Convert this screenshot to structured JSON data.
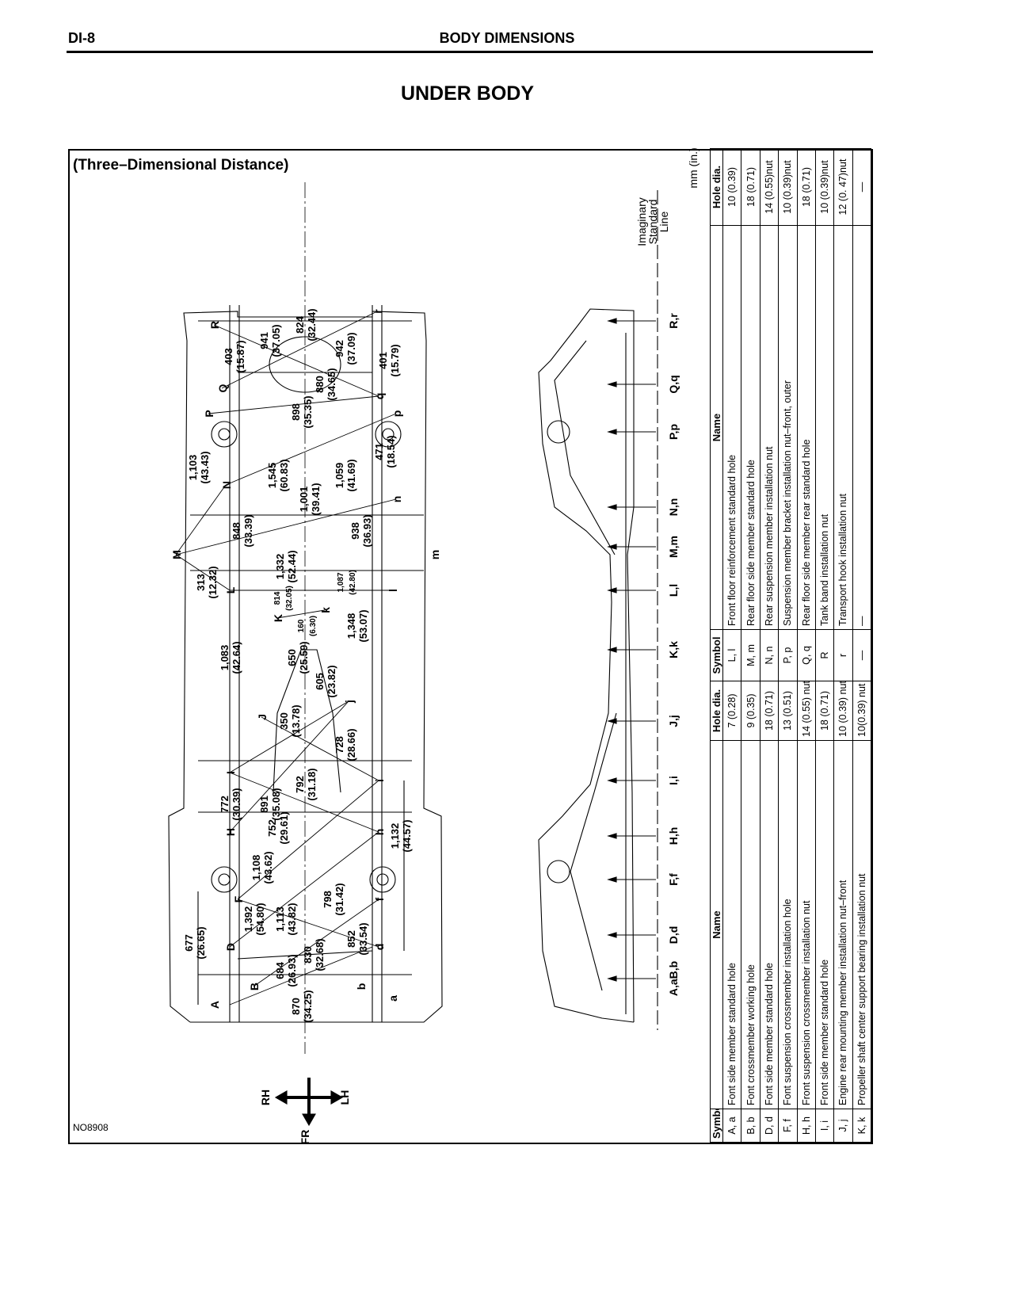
{
  "header": {
    "page_code": "DI-8",
    "section": "BODY DIMENSIONS"
  },
  "title": "UNDER BODY",
  "subtitle": "(Three–Dimensional Distance)",
  "figure_code": "NO8908",
  "units": "mm (in.)",
  "standard_line": [
    "Imaginary",
    "Standard",
    "Line"
  ],
  "directions": {
    "rh": "RH",
    "lh": "LH",
    "fr": "FR"
  },
  "stations": [
    "A,aB,b",
    "D,d",
    "F,f",
    "H,h",
    "I,i",
    "J,j",
    "K,k",
    "L,l",
    "M,m",
    "N,n",
    "P,p",
    "Q,q",
    "R,r"
  ],
  "points": [
    "A",
    "B",
    "D",
    "F",
    "H",
    "I",
    "J",
    "K",
    "L",
    "M",
    "N",
    "P",
    "Q",
    "R",
    "a",
    "b",
    "d",
    "f",
    "h",
    "i",
    "j",
    "k",
    "l",
    "m",
    "n",
    "p",
    "q",
    "r"
  ],
  "dimensions": [
    {
      "mm": "677",
      "in": "(26.65)"
    },
    {
      "mm": "684",
      "in": "(26.93)"
    },
    {
      "mm": "870",
      "in": "(34.25)"
    },
    {
      "mm": "830",
      "in": "(32.68)"
    },
    {
      "mm": "1,392",
      "in": "(54.80)"
    },
    {
      "mm": "1,113",
      "in": "(43.82)"
    },
    {
      "mm": "852",
      "in": "(33.54)"
    },
    {
      "mm": "798",
      "in": "(31.42)"
    },
    {
      "mm": "1,108",
      "in": "(43.62)"
    },
    {
      "mm": "752",
      "in": "(29.61)"
    },
    {
      "mm": "891",
      "in": "(35.08)"
    },
    {
      "mm": "772",
      "in": "(30.39)"
    },
    {
      "mm": "792",
      "in": "(31.18)"
    },
    {
      "mm": "1,132",
      "in": "(44.57)"
    },
    {
      "mm": "728",
      "in": "(28.66)"
    },
    {
      "mm": "350",
      "in": "(13.78)"
    },
    {
      "mm": "605",
      "in": "(23.82)"
    },
    {
      "mm": "650",
      "in": "(25.59)"
    },
    {
      "mm": "1,083",
      "in": "(42.64)"
    },
    {
      "mm": "160",
      "in": "(6.30)"
    },
    {
      "mm": "814",
      "in": "(32.05)"
    },
    {
      "mm": "1,348",
      "in": "(53.07)"
    },
    {
      "mm": "1,087",
      "in": "(42.80)"
    },
    {
      "mm": "313",
      "in": "(12.32)"
    },
    {
      "mm": "1,332",
      "in": "(52.44)"
    },
    {
      "mm": "848",
      "in": "(33.39)"
    },
    {
      "mm": "938",
      "in": "(36.93)"
    },
    {
      "mm": "1,001",
      "in": "(39.41)"
    },
    {
      "mm": "1,545",
      "in": "(60.83)"
    },
    {
      "mm": "1,059",
      "in": "(41.69)"
    },
    {
      "mm": "1,103",
      "in": "(43.43)"
    },
    {
      "mm": "471",
      "in": "(18.54)"
    },
    {
      "mm": "898",
      "in": "(35.35)"
    },
    {
      "mm": "880",
      "in": "(34.65)"
    },
    {
      "mm": "942",
      "in": "(37.09)"
    },
    {
      "mm": "401",
      "in": "(15.79)"
    },
    {
      "mm": "403",
      "in": "(15.87)"
    },
    {
      "mm": "941",
      "in": "(37.05)"
    },
    {
      "mm": "824",
      "in": "(32.44)"
    }
  ],
  "table_left": {
    "headers": [
      "Symbol",
      "Name",
      "Hole dia."
    ],
    "rows": [
      [
        "A, a",
        "Font side member standard hole",
        "7 (0.28)"
      ],
      [
        "B, b",
        "Font crossmember working hole",
        "9 (0.35)"
      ],
      [
        "D, d",
        "Font side member standard hole",
        "18 (0.71)"
      ],
      [
        "F, f",
        "Font suspension crossmember installation hole",
        "13 (0.51)"
      ],
      [
        "H, h",
        "Front suspension crossmember installation nut",
        "14 (0.55) nut"
      ],
      [
        "I, i",
        "Front side member standard hole",
        "18 (0.71)"
      ],
      [
        "J, j",
        "Engine rear mounting member installation nut–front",
        "10 (0.39) nut"
      ],
      [
        "K, k",
        "Propeller shaft center support bearing installation nut",
        "10(0.39) nut"
      ]
    ]
  },
  "table_right": {
    "headers": [
      "Symbol",
      "Name",
      "Hole dia."
    ],
    "rows": [
      [
        "L, l",
        "Front floor reinforcement standard hole",
        "10 (0.39)"
      ],
      [
        "M, m",
        "Rear floor side member standard hole",
        "18 (0.71)"
      ],
      [
        "N, n",
        "Rear suspension member installation nut",
        "14 (0.55)nut"
      ],
      [
        "P, p",
        "Suspension member bracket installation nut–front, outer",
        "10 (0.39)nut"
      ],
      [
        "Q, q",
        "Rear floor side member rear standard hole",
        "18 (0.71)"
      ],
      [
        "R",
        "Tank band installation nut",
        "10 (0.39)nut"
      ],
      [
        "r",
        "Transport hook installation nut",
        "12 (0. 47)nut"
      ],
      [
        "—",
        "—",
        "—"
      ]
    ]
  }
}
